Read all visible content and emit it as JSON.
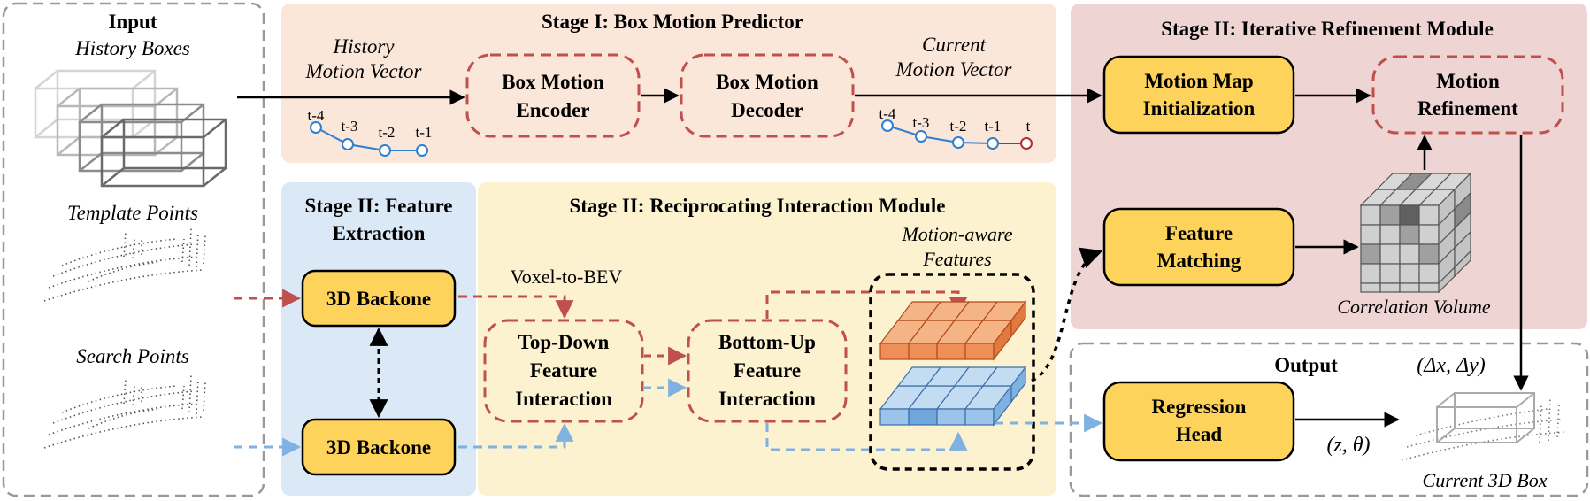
{
  "colors": {
    "stage1_bg": "#fbe6da",
    "refine_bg": "#efd4d4",
    "feature_bg": "#dbe8f5",
    "interact_bg": "#fdf2cf",
    "node_yellow": "#fdd35c",
    "red_dash": "#c0504d",
    "blue_dash": "#7fb2e0",
    "traj_blue": "#2f7fd0",
    "traj_red": "#b03030"
  },
  "input": {
    "title": "Input",
    "history_boxes": "History Boxes",
    "template_points": "Template Points",
    "search_points": "Search Points"
  },
  "stage1": {
    "title": "Stage I: Box Motion Predictor",
    "history_vector_line1": "History",
    "history_vector_line2": "Motion Vector",
    "encoder_line1": "Box Motion",
    "encoder_line2": "Encoder",
    "decoder_line1": "Box Motion",
    "decoder_line2": "Decoder",
    "current_vector_line1": "Current",
    "current_vector_line2": "Motion Vector",
    "history_ticks": [
      "t-4",
      "t-3",
      "t-2",
      "t-1"
    ],
    "current_ticks": [
      "t-4",
      "t-3",
      "t-2",
      "t-1",
      "t"
    ]
  },
  "refine": {
    "title": "Stage II: Iterative Refinement Module",
    "init_line1": "Motion Map",
    "init_line2": "Initialization",
    "motion_ref_line1": "Motion",
    "motion_ref_line2": "Refinement",
    "matching_line1": "Feature",
    "matching_line2": "Matching",
    "correlation_label": "Correlation Volume"
  },
  "feature": {
    "title_line1": "Stage II: Feature",
    "title_line2": "Extraction",
    "backbone_top": "3D Backone",
    "backbone_bottom": "3D Backone"
  },
  "interaction": {
    "title": "Stage II: Reciprocating Interaction Module",
    "voxel_label": "Voxel-to-BEV",
    "topdown_line1": "Top-Down",
    "topdown_line2": "Feature",
    "topdown_line3": "Interaction",
    "bottomup_line1": "Bottom-Up",
    "bottomup_line2": "Feature",
    "bottomup_line3": "Interaction",
    "motion_aware_line1": "Motion-aware",
    "motion_aware_line2": "Features"
  },
  "output": {
    "title": "Output",
    "reg_line1": "Regression",
    "reg_line2": "Head",
    "delta_label": "(Δx, Δy)",
    "z_theta_label": "(z, θ)",
    "current_box": "Current 3D Box"
  }
}
